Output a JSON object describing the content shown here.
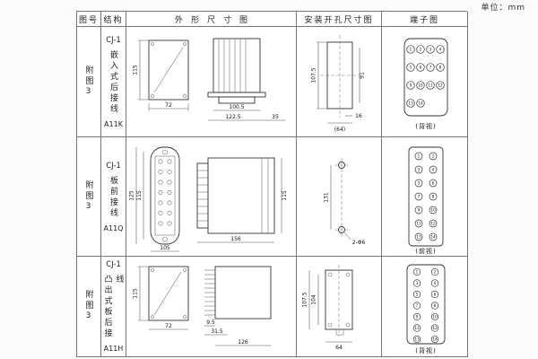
{
  "page": {
    "unit_label": "单位：mm"
  },
  "headers": {
    "figure": "图号",
    "structure": "结构",
    "outline": "外形尺寸图",
    "install": "安装开孔尺寸图",
    "terminal": "端子图"
  },
  "terminal_numbers": [
    "1",
    "2",
    "3",
    "4",
    "5",
    "6",
    "7",
    "8",
    "9",
    "10",
    "11",
    "12",
    "13",
    "14"
  ],
  "rows": [
    {
      "figure": "附图3",
      "model": "CJ-1",
      "mount": "嵌入式后接线",
      "code": "A11K",
      "outline": {
        "h": "115",
        "w": "72",
        "d1": "100.5",
        "d2": "122.5",
        "d3": "35"
      },
      "install": {
        "d1": "107.5",
        "d2": "91",
        "d3": "16",
        "d4": "(64)"
      },
      "terminal": {
        "view": "(背视)"
      }
    },
    {
      "figure": "附图3",
      "model": "CJ-1",
      "mount": "板前接线",
      "code": "A11Q",
      "outline": {
        "h": "115",
        "h2": "125",
        "w": "105",
        "d1": "156",
        "d2": "115"
      },
      "install": {
        "d1": "131",
        "d2": "2-Φ6"
      },
      "terminal": {
        "view": "(前视)"
      }
    },
    {
      "figure": "附图3",
      "model": "CJ-1",
      "mount": "凸出式板后接线",
      "code": "A11H",
      "outline": {
        "h": "115",
        "w": "72",
        "d1": "9.5",
        "d2": "31.5",
        "d3": "126"
      },
      "install": {
        "d1": "107.5",
        "d2": "104",
        "d3": "64"
      },
      "terminal": {
        "view": "(背视)"
      }
    }
  ]
}
